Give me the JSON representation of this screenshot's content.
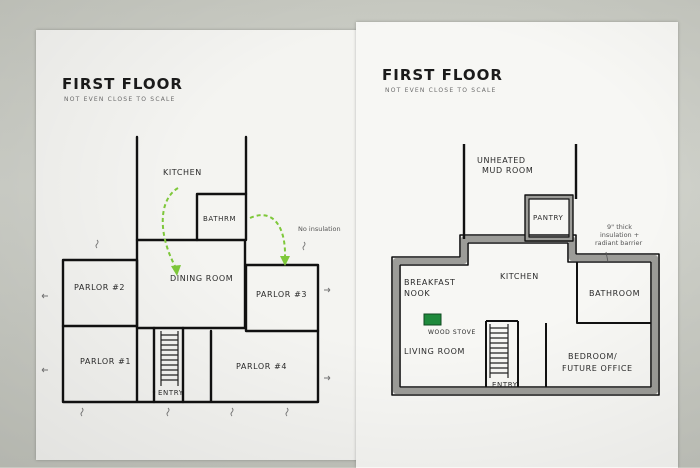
{
  "sheets": [
    {
      "title": "FIRST FLOOR",
      "subtitle": "NOT EVEN CLOSE TO SCALE",
      "rooms": {
        "kitchen": "KITCHEN",
        "bathroom": "BATHRM",
        "dining": "DINING ROOM",
        "parlor2": "PARLOR #2",
        "parlor3": "PARLOR #3",
        "parlor1": "PARLOR #1",
        "parlor4": "PARLOR #4",
        "entry": "ENTRY"
      },
      "note": "No insulation"
    },
    {
      "title": "FIRST FLOOR",
      "subtitle": "NOT EVEN CLOSE TO SCALE",
      "rooms": {
        "mudroom_1": "UNHEATED",
        "mudroom_2": "MUD ROOM",
        "pantry": "PANTRY",
        "kitchen": "KITCHEN",
        "nook_1": "BREAKFAST",
        "nook_2": "NOOK",
        "bathroom": "BATHROOM",
        "living": "LIVING ROOM",
        "stove": "WOOD STOVE",
        "bedroom_1": "BEDROOM/",
        "bedroom_2": "FUTURE OFFICE",
        "entry": "ENTRY"
      },
      "note_lines": [
        "9\" thick",
        "insulation +",
        "radiant barrier"
      ]
    }
  ],
  "colors": {
    "ink": "#111111",
    "arrow": "#7ec83a",
    "stove": "#1f8a3c",
    "insulation": "#9c9c98"
  }
}
